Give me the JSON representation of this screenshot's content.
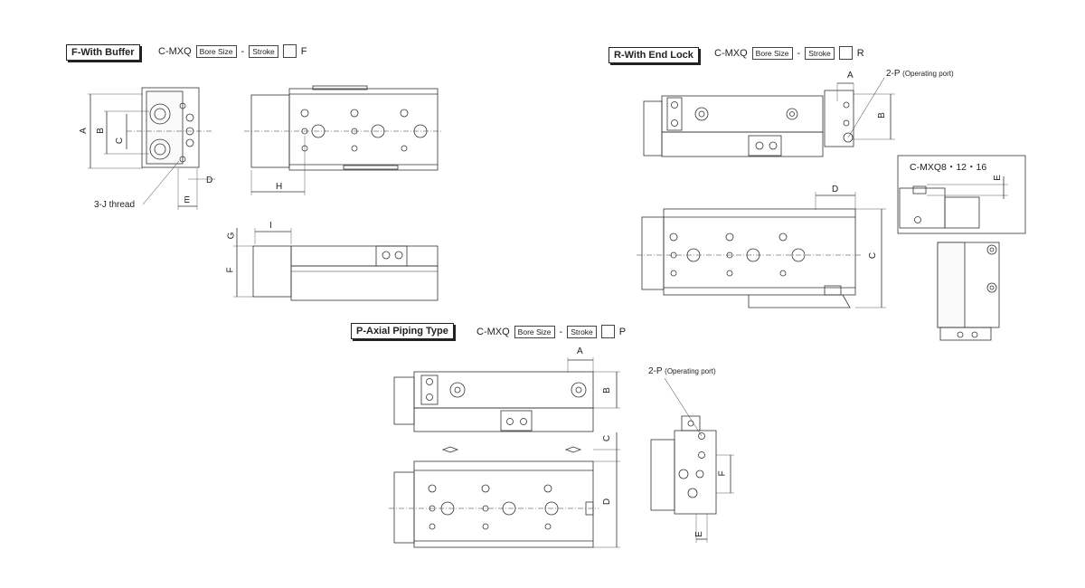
{
  "sections": {
    "f": {
      "title": "F-With Buffer",
      "prefix": "C-MXQ",
      "bore": "Bore Size",
      "dash": "-",
      "stroke": "Stroke",
      "suffix": "F"
    },
    "r": {
      "title": "R-With End Lock",
      "prefix": "C-MXQ",
      "bore": "Bore Size",
      "dash": "-",
      "stroke": "Stroke",
      "suffix": "R"
    },
    "p": {
      "title": "P-Axial Piping Type",
      "prefix": "C-MXQ",
      "bore": "Bore Size",
      "dash": "-",
      "stroke": "Stroke",
      "suffix": "P"
    }
  },
  "labels": {
    "A": "A",
    "B": "B",
    "C": "C",
    "D": "D",
    "E": "E",
    "F": "F",
    "G": "G",
    "H": "H",
    "I": "I",
    "m": "m",
    "thread": "3-J thread",
    "port_r": "2-P",
    "port_r_note": "(Operating port)",
    "port_p": "2-P",
    "port_p_note": "(Operating port)",
    "inset": "C-MXQ8・12・16"
  }
}
